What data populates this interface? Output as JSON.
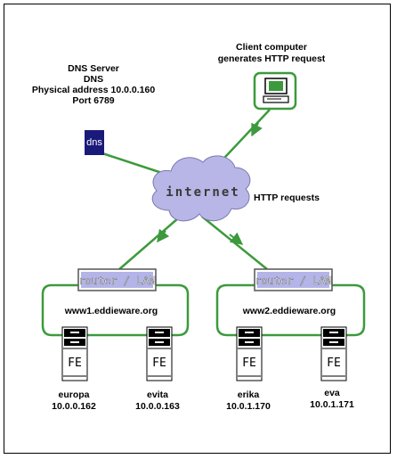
{
  "client": {
    "line1": "Client computer",
    "line2": "generates HTTP request"
  },
  "dns": {
    "line1": "DNS Server",
    "line2": "DNS",
    "line3": "Physical address 10.0.0.160",
    "line4": "Port 6789",
    "icon_label": "dns"
  },
  "internet": {
    "label": "internet",
    "requests_label": "HTTP requests"
  },
  "lan1": {
    "router_label": "router / LAN",
    "domain": "www1.eddieware.org",
    "servers": [
      {
        "tag": "FE",
        "name": "europa",
        "ip": "10.0.0.162"
      },
      {
        "tag": "FE",
        "name": "evita",
        "ip": "10.0.0.163"
      }
    ]
  },
  "lan2": {
    "router_label": "router / LAN",
    "domain": "www2.eddieware.org",
    "servers": [
      {
        "tag": "FE",
        "name": "erika",
        "ip": "10.0.1.170"
      },
      {
        "tag": "FE",
        "name": "eva",
        "ip": "10.0.1.171"
      }
    ]
  },
  "colors": {
    "link": "#3c9a3c",
    "cloud": "#b8b6e6",
    "router": "#b4b4e8",
    "dns_box": "#1a1a7a"
  }
}
